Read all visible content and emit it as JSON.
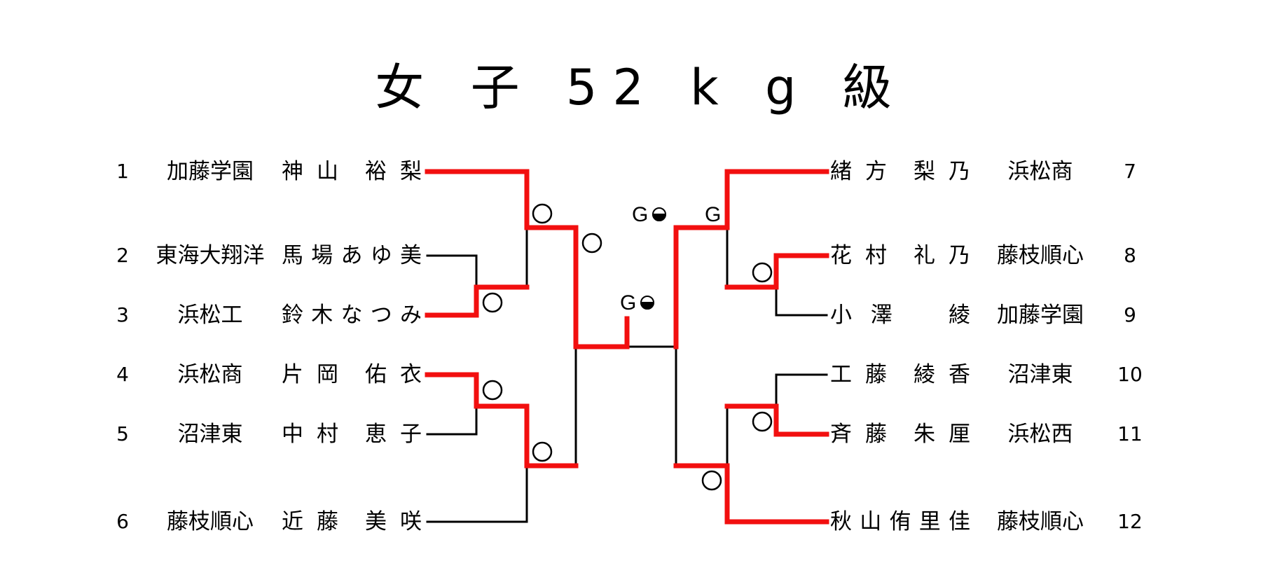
{
  "title": [
    "女",
    "子",
    "52",
    "k",
    "g",
    "級"
  ],
  "left_players": [
    {
      "seed": "1",
      "school": "加藤学園",
      "name": [
        "神",
        "山",
        "",
        "裕",
        "梨"
      ]
    },
    {
      "seed": "2",
      "school": "東海大翔洋",
      "name": [
        "馬",
        "場",
        "あ",
        "ゆ",
        "美"
      ]
    },
    {
      "seed": "3",
      "school": "浜松工",
      "name": [
        "鈴",
        "木",
        "な",
        "つ",
        "み"
      ]
    },
    {
      "seed": "4",
      "school": "浜松商",
      "name": [
        "片",
        "岡",
        "",
        "佑",
        "衣"
      ]
    },
    {
      "seed": "5",
      "school": "沼津東",
      "name": [
        "中",
        "村",
        "",
        "恵",
        "子"
      ]
    },
    {
      "seed": "6",
      "school": "藤枝順心",
      "name": [
        "近",
        "藤",
        "",
        "美",
        "咲"
      ]
    }
  ],
  "right_players": [
    {
      "seed": "7",
      "school": "浜松商",
      "name": [
        "緒",
        "方",
        "",
        "梨",
        "乃"
      ]
    },
    {
      "seed": "8",
      "school": "藤枝順心",
      "name": [
        "花",
        "村",
        "",
        "礼",
        "乃"
      ]
    },
    {
      "seed": "9",
      "school": "加藤学園",
      "name": [
        "小",
        "澤",
        "",
        "",
        "綾"
      ]
    },
    {
      "seed": "10",
      "school": "沼津東",
      "name": [
        "工",
        "藤",
        "",
        "綾",
        "香"
      ]
    },
    {
      "seed": "11",
      "school": "浜松西",
      "name": [
        "斉",
        "藤",
        "",
        "朱",
        "厘"
      ]
    },
    {
      "seed": "12",
      "school": "藤枝順心",
      "name": [
        "秋",
        "山",
        "侑",
        "里",
        "佳"
      ]
    }
  ],
  "marks": {
    "circle": "○",
    "g1": "G",
    "g2": "G",
    "g3": "G"
  },
  "colors": {
    "winner_line": "#f20f0f",
    "line": "#000000"
  }
}
